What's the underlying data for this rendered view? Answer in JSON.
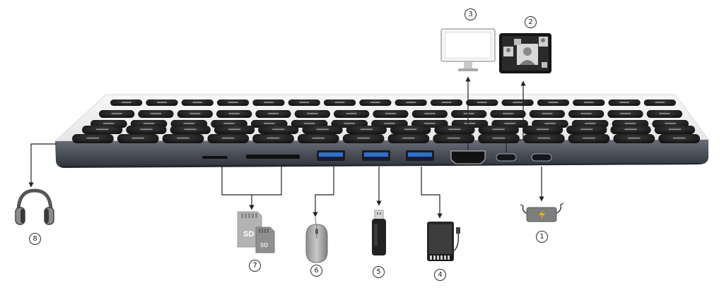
{
  "numbers": {
    "n1": "1",
    "n2": "2",
    "n3": "3",
    "n4": "4",
    "n5": "5",
    "n6": "6",
    "n7": "7",
    "n8": "8"
  },
  "sd_card": {
    "large_label": "SD",
    "small_label": "SD"
  },
  "colors": {
    "keyboard_frame": "#f2f2f2",
    "keyboard_edge": "#4d515c",
    "key": "#1c1c1c",
    "usb_blue": "#2f6fd6",
    "line": "#222222"
  },
  "icons": [
    "keyboard-image",
    "monitor-icon",
    "video-call-tablet-icon",
    "headphones-icon",
    "sd-card-icon",
    "mouse-icon",
    "usb-flash-drive-icon",
    "external-hdd-icon",
    "power-adapter-icon"
  ]
}
